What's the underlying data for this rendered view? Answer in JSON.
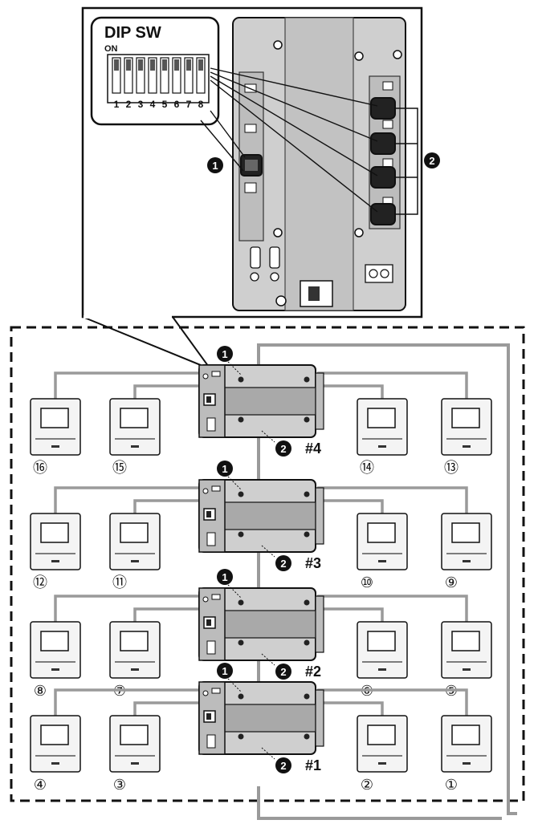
{
  "dip": {
    "title": "DIP SW",
    "on_label": "ON",
    "switch_numbers": [
      "1",
      "2",
      "3",
      "4",
      "5",
      "6",
      "7",
      "8"
    ]
  },
  "callouts": {
    "one": "1",
    "two": "2"
  },
  "units": [
    {
      "id": "#4",
      "left": [
        "⑯",
        "⑮"
      ],
      "right": [
        "⑭",
        "⑬"
      ]
    },
    {
      "id": "#3",
      "left": [
        "⑫",
        "⑪"
      ],
      "right": [
        "⑩",
        "⑨"
      ]
    },
    {
      "id": "#2",
      "left": [
        "⑧",
        "⑦"
      ],
      "right": [
        "⑥",
        "⑤"
      ]
    },
    {
      "id": "#1",
      "left": [
        "④",
        "③"
      ],
      "right": [
        "②",
        "①"
      ]
    }
  ],
  "colors": {
    "line": "#111111",
    "wire": "#9a9a9a",
    "device": "#cfcfcf",
    "device_dark": "#a9a9a9",
    "monitor": "#f4f4f4"
  }
}
